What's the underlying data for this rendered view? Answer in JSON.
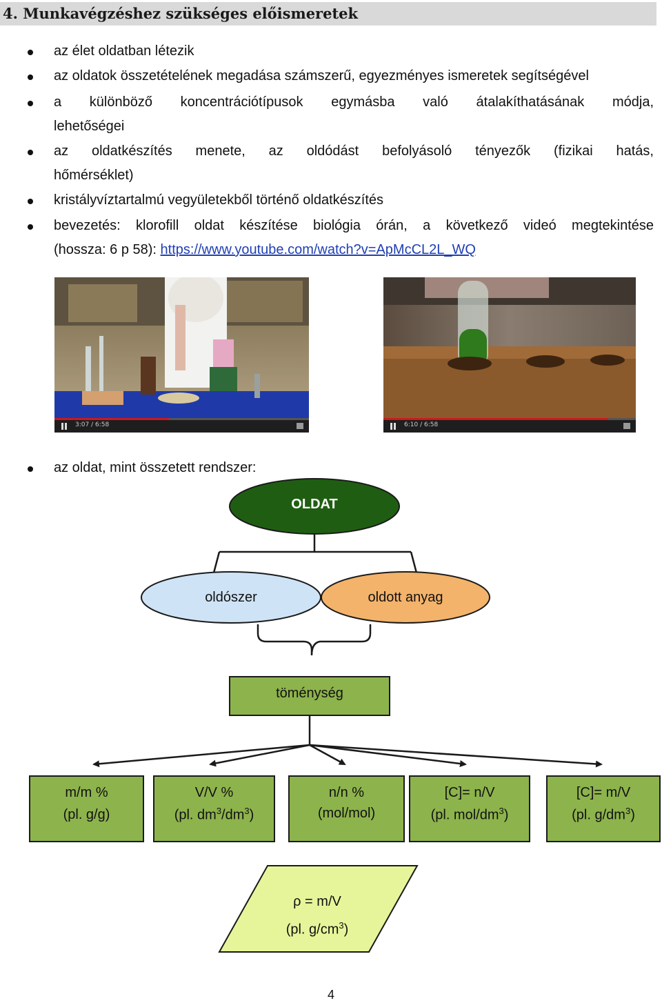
{
  "heading": "4. Munkavégzéshez szükséges előismeretek",
  "bullets": [
    "az élet oldatban létezik",
    "az oldatok összetételének megadása számszerű, egyezményes ismeretek segítségével",
    [
      "a különböző koncentrációtípusok egymásba való átalakíthatásának módja,",
      "lehetőségei"
    ],
    [
      "az oldatkészítés menete, az oldódást befolyásoló tényezők (fizikai hatás,",
      "hőmérséklet)"
    ],
    "kristályvíztartalmú vegyületekből történő oldatkészítés",
    [
      "bevezetés: klorofill oldat készítése biológia órán, a következő videó megtekintése",
      "(hossza: 6 p 58): "
    ]
  ],
  "video_link": "https://www.youtube.com/watch?v=ApMcCL2L_WQ",
  "videos": [
    {
      "time": "3:07 / 6:58",
      "progress": 0.45
    },
    {
      "time": "6:10 / 6:58",
      "progress": 0.89
    }
  ],
  "bullet_system": "az oldat, mint összetett rendszer:",
  "diagram": {
    "root": "OLDAT",
    "solvent": "oldószer",
    "solute": "oldott anyag",
    "concentration": "töménység",
    "types": [
      {
        "line1": "m/m %",
        "line2": "(pl. g/g)"
      },
      {
        "line1": "V/V %",
        "line2a": "(pl. dm",
        "sup1": "3",
        "line2b": "/dm",
        "sup2": "3",
        "line2c": ")"
      },
      {
        "line1": "n/n %",
        "line2": "(mol/mol)"
      },
      {
        "line1": "[C]= n/V",
        "line2a": "(pl. mol/dm",
        "sup1": "3",
        "line2c": ")"
      },
      {
        "line1": "[C]= m/V",
        "line2a": "(pl. g/dm",
        "sup1": "3",
        "line2c": ")"
      }
    ],
    "density_line1": "ρ = m/V",
    "density_line2a": "(pl. g/cm",
    "density_sup": "3",
    "density_line2c": ")"
  },
  "page_number": "4",
  "colors": {
    "root_fill": "#1f5e12",
    "solvent_fill": "#cfe3f6",
    "solute_fill": "#f3b36b",
    "box_fill": "#8db34c",
    "density_fill": "#e7f59a"
  }
}
